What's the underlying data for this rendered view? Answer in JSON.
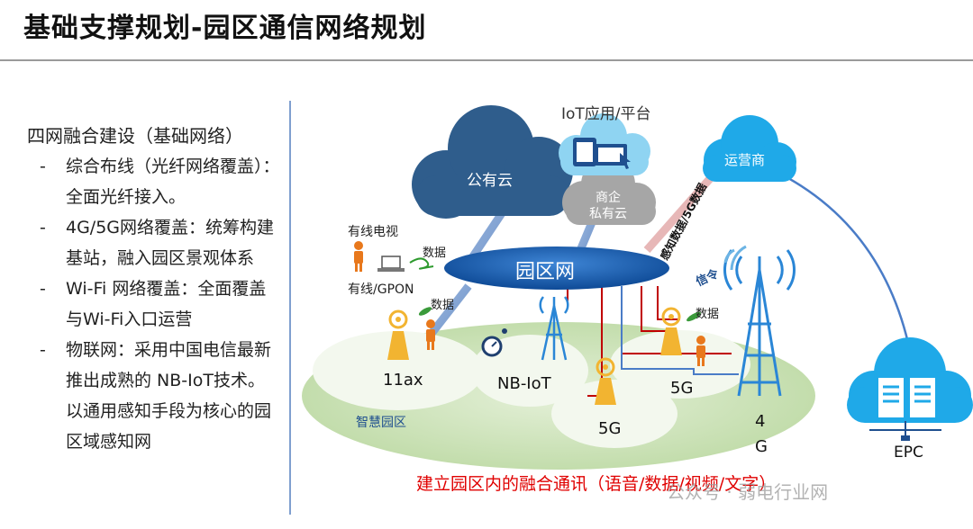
{
  "title": "基础支撑规划-园区通信网络规划",
  "left_panel": {
    "heading": "四网融合建设（基础网络）",
    "items": [
      {
        "dash": "-",
        "lines": [
          "综合布线（光纤网络覆盖）：",
          "全面光纤接入。"
        ]
      },
      {
        "dash": "-",
        "lines": [
          "4G/5G网络覆盖：统筹构建",
          "基站，融入园区景观体系"
        ]
      },
      {
        "dash": "-",
        "lines": [
          "Wi-Fi 网络覆盖：全面覆盖",
          "与Wi-Fi入口运营"
        ]
      },
      {
        "dash": "-",
        "lines": [
          "物联网：采用中国电信最新",
          "推出成熟的 NB-IoT技术。",
          "以通用感知手段为核心的园",
          "区域感知网"
        ]
      }
    ]
  },
  "diagram": {
    "iot_platform": "IoT应用/平台",
    "public_cloud": "公有云",
    "private_cloud_line1": "商企",
    "private_cloud_line2": "私有云",
    "operator": "运营商",
    "sensing_5g": "感知数据/5G数据",
    "campus_network": "园区网",
    "cable_tv": "有线电视",
    "wired_gpon": "有线/GPON",
    "data_1": "数据",
    "data_2": "数据",
    "data_3": "数据",
    "signaling": "信令",
    "wifi_11ax": "11ax",
    "nb_iot": "NB-IoT",
    "g5_a": "5G",
    "g5_b": "5G",
    "g4_line1": "4",
    "g4_line2": "G",
    "smart_campus": "智慧园区",
    "epc": "EPC",
    "caption": "建立园区内的融合通讯（语音/数据/视频/文字）",
    "watermark": "公众号 · 弱电行业网"
  },
  "colors": {
    "public_cloud": "#2f5d8c",
    "private_cloud": "#a6a6a6",
    "light_cloud": "#7fd0f0",
    "operator_cloud": "#1fa9e8",
    "campus_oval": "#1f5fa8",
    "ground": "#c6e0b4",
    "tower": "#2a86d6",
    "ap": "#f2b431",
    "red_line": "#c00000",
    "caption": "#e00000"
  }
}
